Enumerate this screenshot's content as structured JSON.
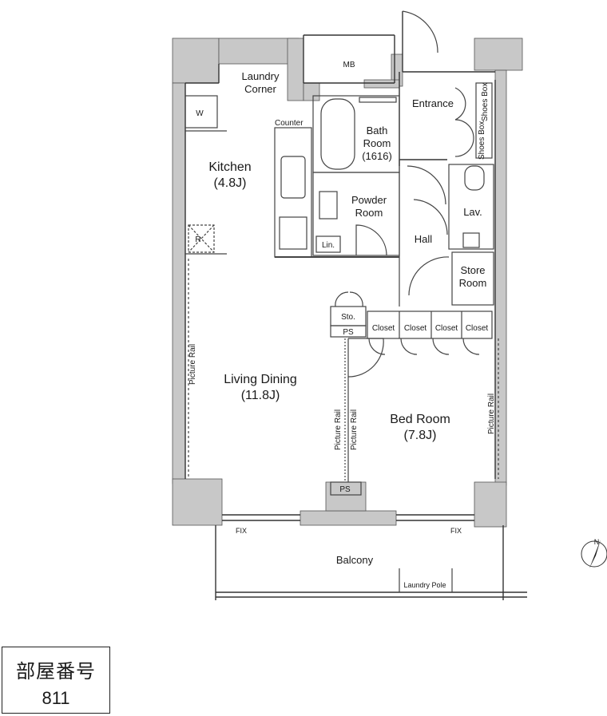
{
  "rooms": {
    "laundry_corner_1": "Laundry",
    "laundry_corner_2": "Corner",
    "mb": "MB",
    "entrance": "Entrance",
    "shoes_box_1": "Shoes Box",
    "shoes_box_2": "Shoes Box",
    "counter": "Counter",
    "bath_1": "Bath",
    "bath_2": "Room",
    "bath_3": "(1616)",
    "kitchen_1": "Kitchen",
    "kitchen_2": "(4.8J)",
    "w": "W",
    "r": "R",
    "powder_1": "Powder",
    "powder_2": "Room",
    "lin": "Lin.",
    "lav": "Lav.",
    "hall": "Hall",
    "store_1": "Store",
    "store_2": "Room",
    "sto": "Sto.",
    "ps_top": "PS",
    "closet_1": "Closet",
    "closet_2": "Closet",
    "closet_3": "Closet",
    "closet_4": "Closet",
    "living_1": "Living Dining",
    "living_2": "(11.8J)",
    "bed_1": "Bed Room",
    "bed_2": "(7.8J)",
    "picture_rail_1": "Picture Rail",
    "picture_rail_2": "Picture Rail",
    "picture_rail_3": "Picture Rail",
    "picture_rail_4": "Picture Rail",
    "ps_bottom": "PS",
    "fix_left": "FIX",
    "fix_right": "FIX",
    "balcony": "Balcony",
    "laundry_pole": "Laundry Pole"
  },
  "compass": {
    "label": "N"
  },
  "room_number": {
    "title": "部屋番号",
    "number": "811"
  },
  "colors": {
    "wall": "#c8c8c8",
    "line": "#333333"
  }
}
